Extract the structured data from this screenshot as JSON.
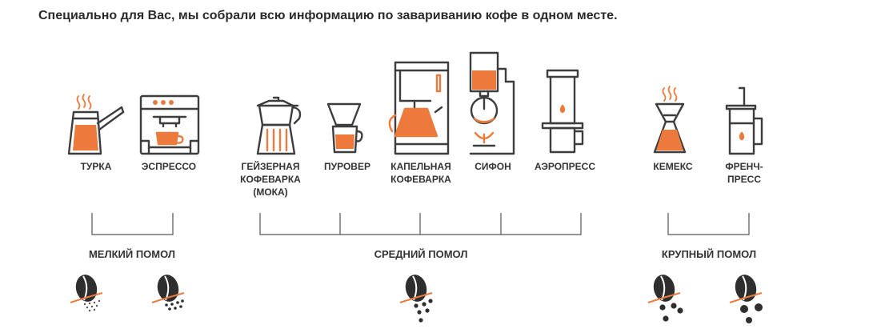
{
  "headline": "Специально для Вас, мы собрали всю информацию по завариванию кофе в одном месте.",
  "colors": {
    "accent": "#ec7a3c",
    "stroke": "#3d3d3d",
    "bean": "#2e2e2e"
  },
  "devices": [
    {
      "id": "turka",
      "icon": "turkish-pot-icon",
      "label": "ТУРКА"
    },
    {
      "id": "espresso",
      "icon": "espresso-machine-icon",
      "label": "ЭСПРЕССО"
    },
    {
      "id": "moka",
      "icon": "moka-pot-icon",
      "label": "ГЕЙЗЕРНАЯ\nКОФЕВАРКА\n(МОКА)"
    },
    {
      "id": "pourover",
      "icon": "pour-over-icon",
      "label": "ПУРОВЕР"
    },
    {
      "id": "drip",
      "icon": "drip-coffee-maker-icon",
      "label": "КАПЕЛЬНАЯ\nКОФЕВАРКА"
    },
    {
      "id": "siphon",
      "icon": "siphon-icon",
      "label": "СИФОН"
    },
    {
      "id": "aeropress",
      "icon": "aeropress-icon",
      "label": "АЭРОПРЕСС"
    },
    {
      "id": "chemex",
      "icon": "chemex-icon",
      "label": "КЕМЕКС"
    },
    {
      "id": "frenchpress",
      "icon": "french-press-icon",
      "label": "ФРЕНЧ-\nПРЕСС"
    }
  ],
  "grinds": [
    {
      "id": "fine",
      "label": "МЕЛКИЙ ПОМОЛ"
    },
    {
      "id": "medium",
      "label": "СРЕДНИЙ ПОМОЛ"
    },
    {
      "id": "coarse",
      "label": "КРУПНЫЙ ПОМОЛ"
    }
  ]
}
